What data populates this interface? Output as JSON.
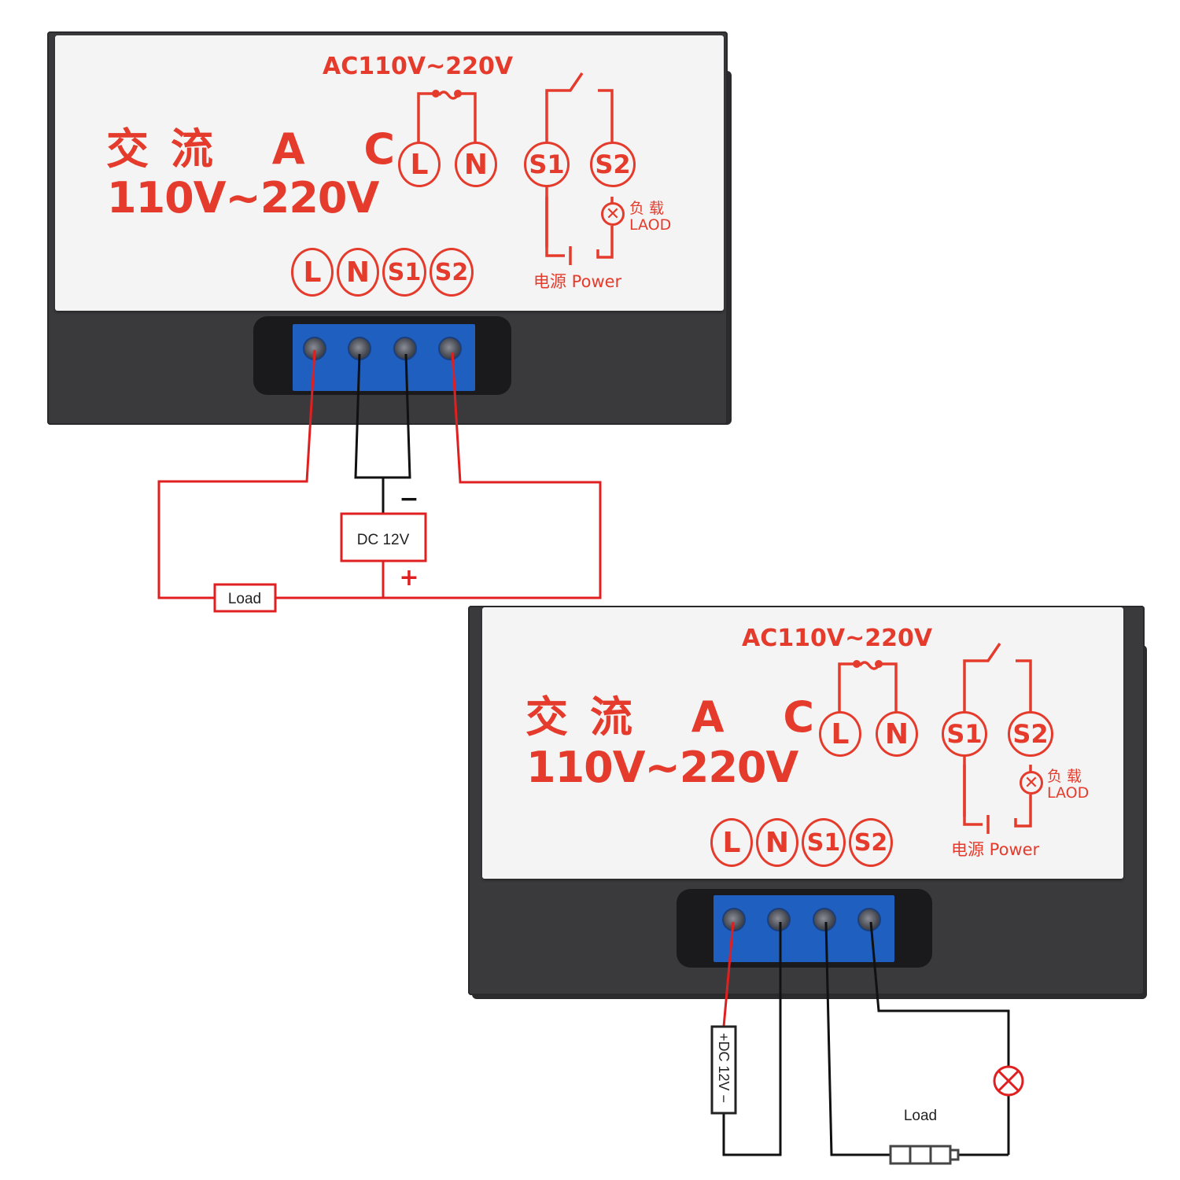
{
  "device_top": {
    "label_cn": "交流 A C",
    "label_voltage": "110V~220V",
    "ac_range": "AC110V~220V",
    "terminals_schematic": [
      "L",
      "N",
      "S1",
      "S2"
    ],
    "load_cn": "负 载",
    "load_en": "LAOD",
    "power_label": "电源 Power",
    "terminals_row": [
      "L",
      "N",
      "S1",
      "S2"
    ]
  },
  "device_bottom": {
    "label_cn": "交流 A C",
    "label_voltage": "110V~220V",
    "ac_range": "AC110V~220V",
    "terminals_schematic": [
      "L",
      "N",
      "S1",
      "S2"
    ],
    "load_cn": "负 载",
    "load_en": "LAOD",
    "power_label": "电源 Power",
    "terminals_row": [
      "L",
      "N",
      "S1",
      "S2"
    ]
  },
  "wiring_top": {
    "supply_label": "DC 12V",
    "minus_sign": "−",
    "plus_sign": "+",
    "load_label": "Load"
  },
  "wiring_bottom": {
    "supply_label": "+DC 12V −",
    "load_label": "Load"
  },
  "colors": {
    "label_red": "#e53b2c",
    "terminal_blue": "#1f5fc0",
    "wire_red": "#e02020",
    "wire_black": "#111111",
    "case": "#3a3a3c"
  }
}
